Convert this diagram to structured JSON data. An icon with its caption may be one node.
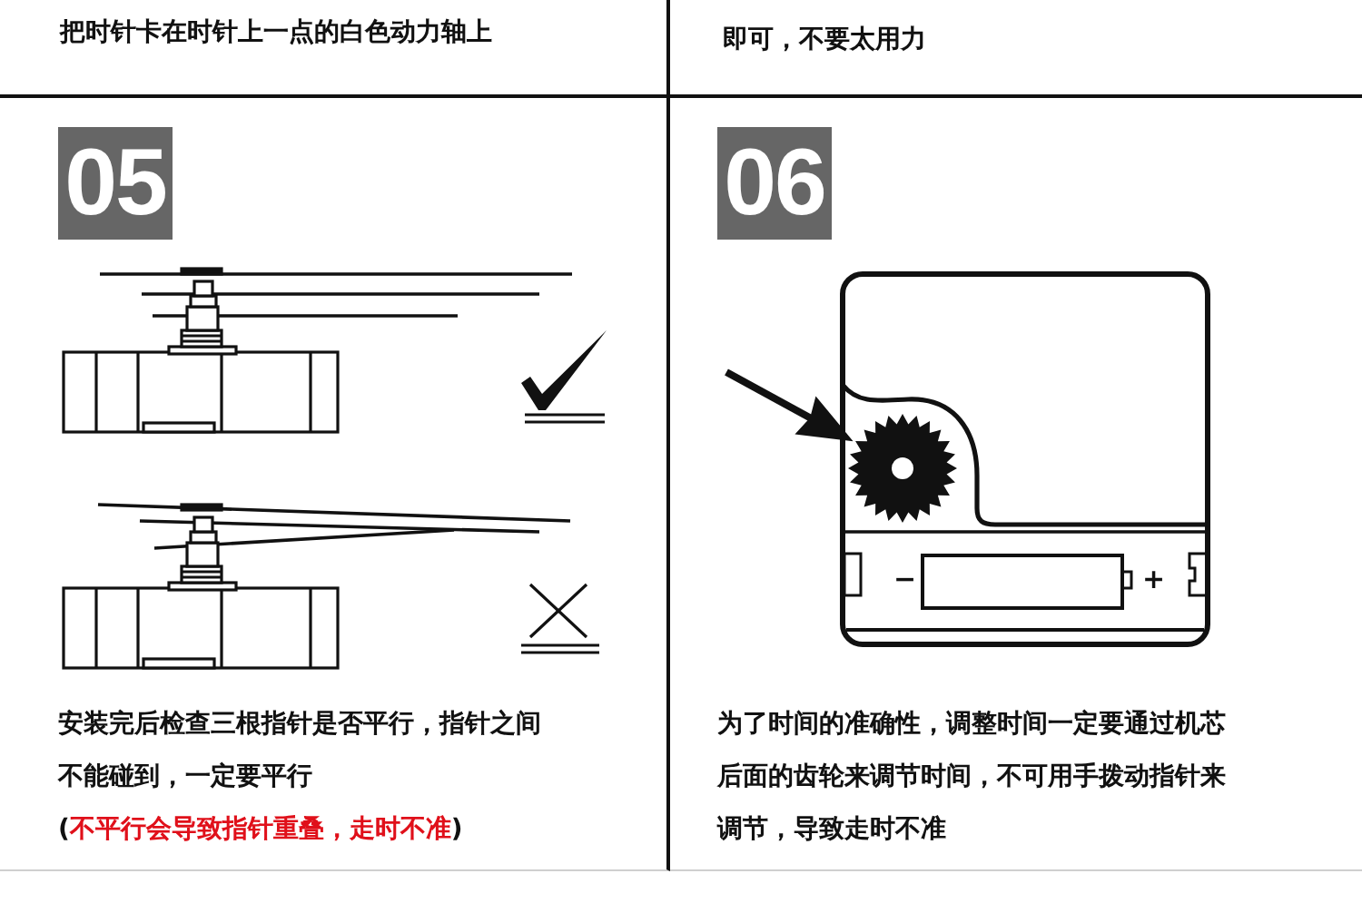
{
  "diagram": {
    "nodes": [
      {
        "text": [
          "把时针卡在时针上一点的白色动力轴上"
        ]
      },
      {
        "text": [
          "即可，不要太用力"
        ]
      },
      {
        "text": [
          "安装完后检查三根指针是否平行，指针之间不能碰到，一定要平行",
          "(不平行会导致指针重叠，走时不准)"
        ]
      },
      {
        "text": [
          "05"
        ],
        "in": 2
      },
      {
        "text": [
          "为了时间的准确性，调整时间一定要通过机芯后面的齿轮来调节时间，不可用手拨动指针来调节，导致走时不准"
        ]
      },
      {
        "text": [
          "06"
        ],
        "in": 4
      },
      {
        "text": [],
        "shape": "picture",
        "in": 4
      }
    ],
    "edges": [
      {
        "from": null,
        "to": 6,
        "arrow": "to"
      }
    ],
    "labels": [
      "−",
      "+"
    ]
  }
}
